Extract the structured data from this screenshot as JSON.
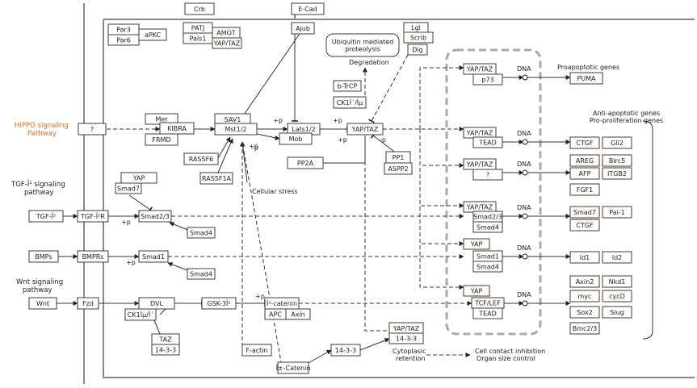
{
  "nodes": {
    "crb": "Crb",
    "ecad": "E-Cad",
    "par3": "Par3",
    "par6": "Par6",
    "apkc": "aPKC",
    "patj": "PATJ",
    "pals1": "Pals1",
    "amot": "AMOT",
    "yaptaz_amot": "YAP/TAZ",
    "ajub": "Ajub",
    "lgl": "Lgl",
    "scrib": "Scrib",
    "dlg": "Dlg",
    "ubiq": "Ubiquitin mediated proteolysis",
    "degradation": "Degradation",
    "btrcp": "b-TrCP",
    "ck1": "CK1Î´/Îµ",
    "mer": "Mer",
    "kibra": "KIBRA",
    "frmd": "FRMD",
    "q1": "?",
    "sav1": "SAV1",
    "mst": "Mst1/2",
    "lats": "Lats1/2",
    "mob": "Mob",
    "yaptaz_main": "YAP/TAZ",
    "pp2a": "PP2A",
    "pp1": "PP1",
    "aspp2": "ASPP2",
    "rassf6": "RASSF6",
    "rassf1a": "RASSF1A",
    "cellular_stress": "Cellular stress",
    "yap_smad7": "YAP",
    "smad7_a": "Smad7",
    "tgfb": "TGF-Î²",
    "tgfbr": "TGF-Î²R",
    "smad23": "Smad2/3",
    "smad4_a": "Smad4",
    "bmps": "BMPs",
    "bmpr": "BMPRs",
    "smad1": "Smad1",
    "smad4_b": "Smad4",
    "wnt": "Wnt",
    "fzd": "Fzd",
    "dvl": "DVL",
    "ck1_b": "CK1Îµ/Î´",
    "taz": "TAZ",
    "p1433_a": "14-3-3",
    "gsk3b": "GSK-3Î²",
    "bcat": "Î²-catenin",
    "apc": "APC",
    "axin": "Axin",
    "factin": "F-actin",
    "acat": "Î±-Catenin",
    "p1433_b": "14-3-3",
    "yaptaz_cyto": "YAP/TAZ",
    "p1433_c": "14-3-3",
    "n_yaptaz1": "YAP/TAZ",
    "n_p73": "p73",
    "n_yaptaz2": "YAP/TAZ",
    "n_tead1": "TEAD",
    "n_yaptaz3": "YAP/TAZ",
    "n_q": "?",
    "n_yaptaz4": "YAP/TAZ",
    "n_smad23": "Smad2/3",
    "n_smad4a": "Smad4",
    "n_yap1": "YAP",
    "n_smad1": "Smad1",
    "n_smad4b": "Smad4",
    "n_yap2": "YAP",
    "n_tcflef": "TCF/LEF",
    "n_tead2": "TEAD",
    "puma": "PUMA",
    "ctgf_a": "CTGF",
    "gli2": "Gli2",
    "areg": "AREG",
    "birc5": "Birc5",
    "afp": "AFP",
    "itgb2": "ITGB2",
    "fgf1": "FGF1",
    "smad7_b": "Smad7",
    "pai1": "Pai-1",
    "ctgf_b": "CTGF",
    "id1": "Id1",
    "id2": "Id2",
    "axin2": "Axin2",
    "nkd1": "Nkd1",
    "myc": "myc",
    "cycd": "cycD",
    "sox2": "Sox2",
    "slug": "Slug",
    "bmc": "Bmc2/3"
  },
  "labels": {
    "hippo1": "HIPPO signaling",
    "hippo2": "Pathway",
    "tgf_path1": "TGF-Î² signaling",
    "tgf_path2": "pathway",
    "wnt_path1": "Wnt signaling",
    "wnt_path2": "pathway",
    "dna1": "DNA",
    "dna2": "DNA",
    "dna3": "DNA",
    "dna4": "DNA",
    "dna5": "DNA",
    "dna6": "DNA",
    "proapoptotic": "Proapoptotic genes",
    "antiapoptotic1": "Anti-apoptotic genes",
    "antiapoptotic2": "Pro-proliferation genes",
    "cyto1": "Cytoplasic",
    "cyto2": "retention",
    "contact1": "Cell contact inhibition",
    "contact2": "Organ size control",
    "p1": "+p",
    "p2": "+p",
    "p3": "+p",
    "p4": "-p",
    "p5": "+p",
    "p6": "-p",
    "p7": "+p",
    "p8": "+p",
    "p9": "+p"
  },
  "colors": {
    "hippo_label": "#e07020",
    "box_stroke": "#4a3a2a",
    "nucleus_border": "#aaaaaa"
  }
}
